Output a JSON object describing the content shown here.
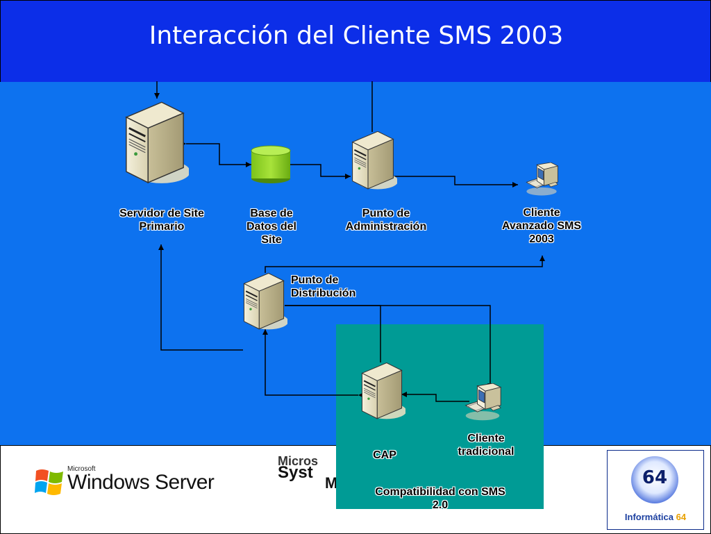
{
  "title": "Interacción del Cliente SMS 2003",
  "nodes": {
    "primary_site_server": {
      "label": "Servidor de Site Primario",
      "icon": "server-icon"
    },
    "site_database": {
      "label": "Base de Datos del Site",
      "icon": "database-icon"
    },
    "management_point": {
      "label": "Punto de Administración",
      "icon": "server-icon"
    },
    "advanced_client": {
      "label": "Cliente Avanzado SMS 2003",
      "icon": "workstation-icon"
    },
    "distribution_point": {
      "label": "Punto de Distribución",
      "icon": "server-icon"
    },
    "cap": {
      "label": "CAP",
      "icon": "server-icon"
    },
    "legacy_client": {
      "label": "Cliente tradicional",
      "icon": "workstation-icon"
    }
  },
  "compat_box": {
    "label": "Compatibilidad con SMS 2.0",
    "color": "#009b95"
  },
  "colors": {
    "header": "#0c2ee8",
    "content": "#0d72ef",
    "db": "#8ed420"
  },
  "footer": {
    "windows_logo": {
      "vendor": "Microsoft",
      "product": "Windows Server"
    },
    "sms_logo": {
      "lines": [
        "Micros",
        "Syst",
        "M"
      ]
    },
    "informatica_logo": {
      "number": "64",
      "name": "Informática",
      "name_accent": "64"
    }
  }
}
